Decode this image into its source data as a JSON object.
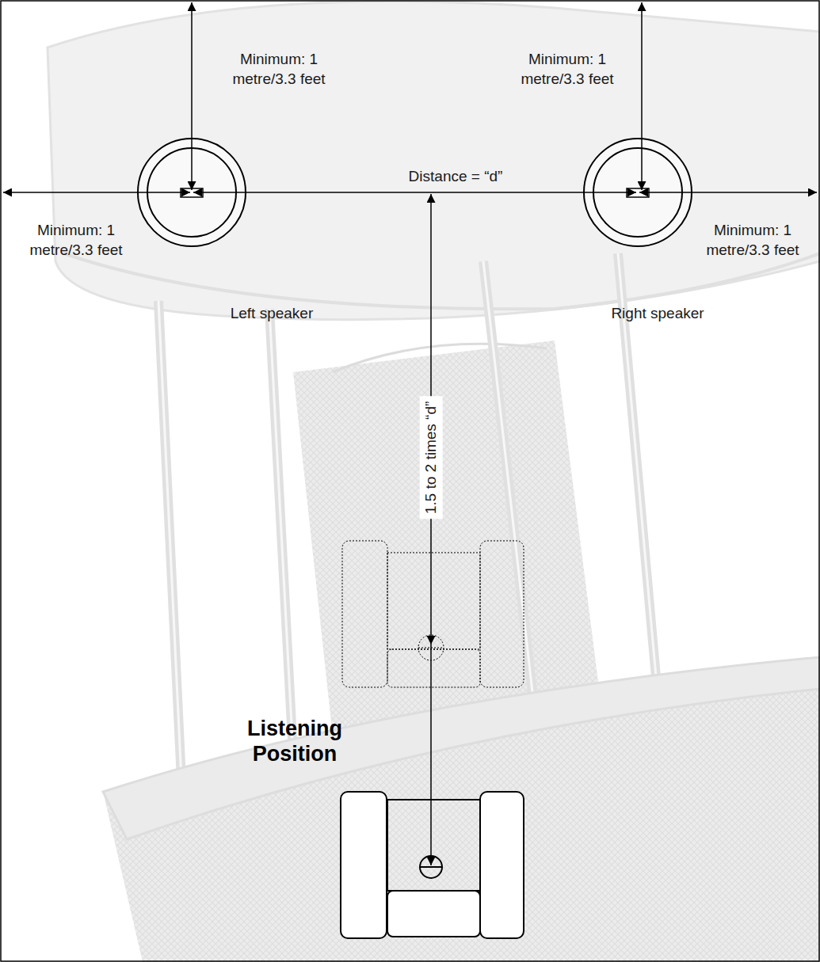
{
  "diagram": {
    "labels": [
      "Minimum: 1 metre/3.3 feet",
      "Minimum: 1 metre/3.3 feet",
      "Distance = “d”",
      "Minimum: 1 metre/3.3 feet",
      "Minimum: 1 metre/3.3 feet",
      "Left speaker",
      "Right speaker",
      "1.5 to 2 times “d”",
      "Listening Position"
    ]
  }
}
